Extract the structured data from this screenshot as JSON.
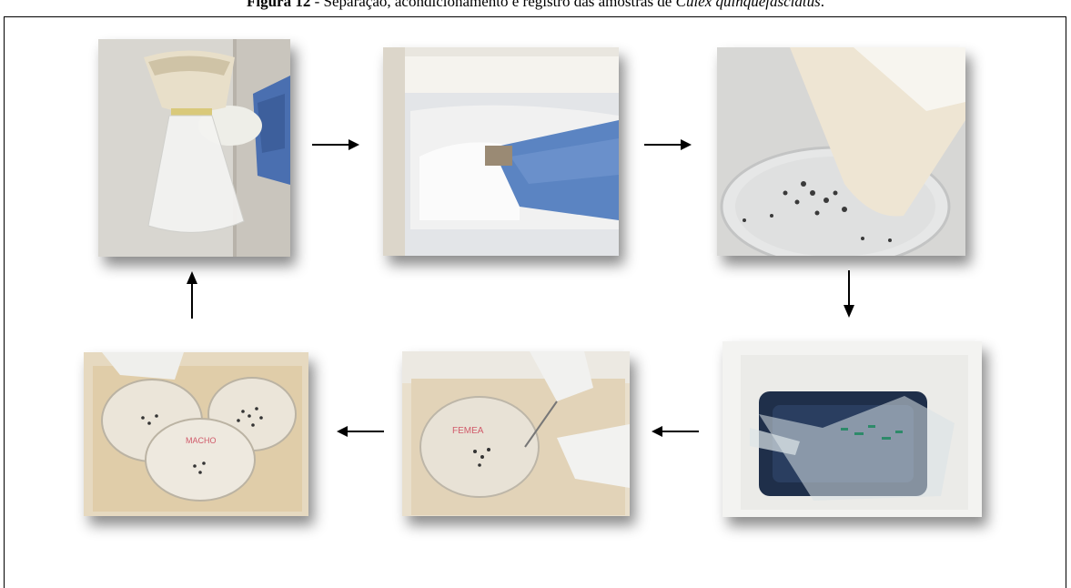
{
  "figure": {
    "label": "Figura 12",
    "caption_sep": " - ",
    "caption_text": "Separação, acondicionamento e registro das amostras de ",
    "species": "Culex quinquefasciatus",
    "caption_end": "."
  },
  "steps": [
    {
      "icon": "mesh-bag-held-by-gloved-hand"
    },
    {
      "icon": "bag-placed-in-freezer"
    },
    {
      "icon": "mosquitoes-poured-into-petri-dish"
    },
    {
      "icon": "sealed-bag-on-ice-pack-in-styrofoam-box"
    },
    {
      "icon": "petri-dish-sorting-with-tweezers",
      "dish_label": "FEMEA"
    },
    {
      "icon": "labeled-petri-dishes-in-styrofoam-box",
      "dish_label": "MACHO"
    }
  ],
  "colors": {
    "frame": "#000000",
    "arrow": "#000000",
    "glove_blue": "#4a6fb0",
    "styrofoam": "#efe6d8"
  }
}
